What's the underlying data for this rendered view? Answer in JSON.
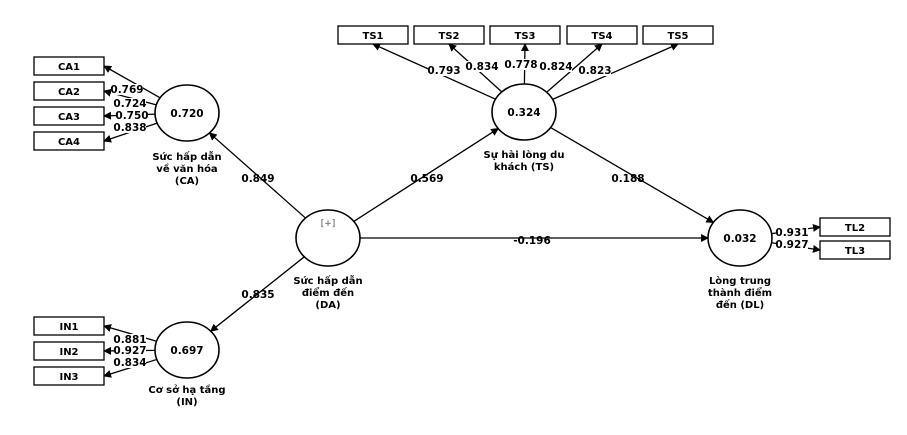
{
  "constructs": {
    "CA": {
      "r2": "0.720",
      "label": [
        "Sức hấp dẫn",
        "về văn hóa",
        "(CA)"
      ]
    },
    "DA": {
      "r2": "",
      "marker": "[+]",
      "label": [
        "Sức hấp dẫn",
        "điểm đến",
        "(DA)"
      ]
    },
    "TS": {
      "r2": "0.324",
      "label": [
        "Sự hài lòng du",
        "khách (TS)"
      ]
    },
    "DL": {
      "r2": "0.032",
      "label": [
        "Lòng trung",
        "thành điểm",
        "đến (DL)"
      ]
    },
    "IN": {
      "r2": "0.697",
      "label": [
        "Cơ sở hạ tầng",
        "(IN)"
      ]
    }
  },
  "indicators": {
    "CA": [
      {
        "name": "CA1",
        "loading": "0.769"
      },
      {
        "name": "CA2",
        "loading": "0.724"
      },
      {
        "name": "CA3",
        "loading": "0.750"
      },
      {
        "name": "CA4",
        "loading": "0.838"
      }
    ],
    "TS": [
      {
        "name": "TS1",
        "loading": "0.793"
      },
      {
        "name": "TS2",
        "loading": "0.834"
      },
      {
        "name": "TS3",
        "loading": "0.778"
      },
      {
        "name": "TS4",
        "loading": "0.824"
      },
      {
        "name": "TS5",
        "loading": "0.823"
      }
    ],
    "DL": [
      {
        "name": "TL2",
        "loading": "0.931"
      },
      {
        "name": "TL3",
        "loading": "0.927"
      }
    ],
    "IN": [
      {
        "name": "IN1",
        "loading": "0.881"
      },
      {
        "name": "IN2",
        "loading": "0.927"
      },
      {
        "name": "IN3",
        "loading": "0.834"
      }
    ]
  },
  "paths": [
    {
      "from": "DA",
      "to": "CA",
      "coef": "0.849"
    },
    {
      "from": "DA",
      "to": "TS",
      "coef": "0.569"
    },
    {
      "from": "DA",
      "to": "DL",
      "coef": "-0.196"
    },
    {
      "from": "DA",
      "to": "IN",
      "coef": "0.835"
    },
    {
      "from": "TS",
      "to": "DL",
      "coef": "0.188"
    }
  ]
}
